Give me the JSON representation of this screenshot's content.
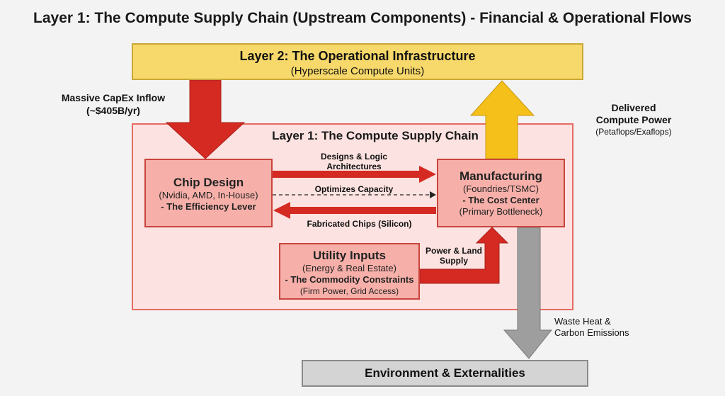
{
  "title": "Layer 1: The Compute Supply Chain (Upstream Components) - Financial & Operational Flows",
  "layer2": {
    "heading": "Layer 2: The Operational Infrastructure",
    "subheading": "(Hyperscale Compute Units)"
  },
  "layer1": {
    "heading": "Layer 1: The Compute Supply Chain"
  },
  "capex": {
    "line1": "Massive CapEx Inflow",
    "line2": "(~$405B/yr)"
  },
  "delivered": {
    "line1": "Delivered",
    "line2": "Compute Power",
    "line3": "(Petaflops/Exaflops)"
  },
  "chip_design": {
    "heading": "Chip Design",
    "detail": "(Nvidia, AMD, In-House)",
    "role": "- The Efficiency Lever"
  },
  "manufacturing": {
    "heading": "Manufacturing",
    "detail": "(Foundries/TSMC)",
    "role": "- The Cost Center",
    "note": "(Primary Bottleneck)"
  },
  "utility": {
    "heading": "Utility Inputs",
    "detail": "(Energy & Real Estate)",
    "role": "- The Commodity Constraints",
    "note": "(Firm Power, Grid Access)"
  },
  "flows": {
    "designs_line1": "Designs & Logic",
    "designs_line2": "Architectures",
    "optimizes": "Optimizes Capacity",
    "fabricated": "Fabricated Chips (Silicon)",
    "power_line1": "Power & Land",
    "power_line2": "Supply"
  },
  "waste": {
    "line1": "Waste Heat &",
    "line2": "Carbon Emissions"
  },
  "environment": {
    "label": "Environment & Externalities"
  },
  "colors": {
    "red_arrow": "#d42a22",
    "yellow_arrow": "#f5c01a",
    "gray_arrow": "#9e9e9e",
    "layer1_fill": "#fce2e0",
    "layer2_fill": "#f7d86a",
    "box_fill": "#f6b0a9"
  }
}
